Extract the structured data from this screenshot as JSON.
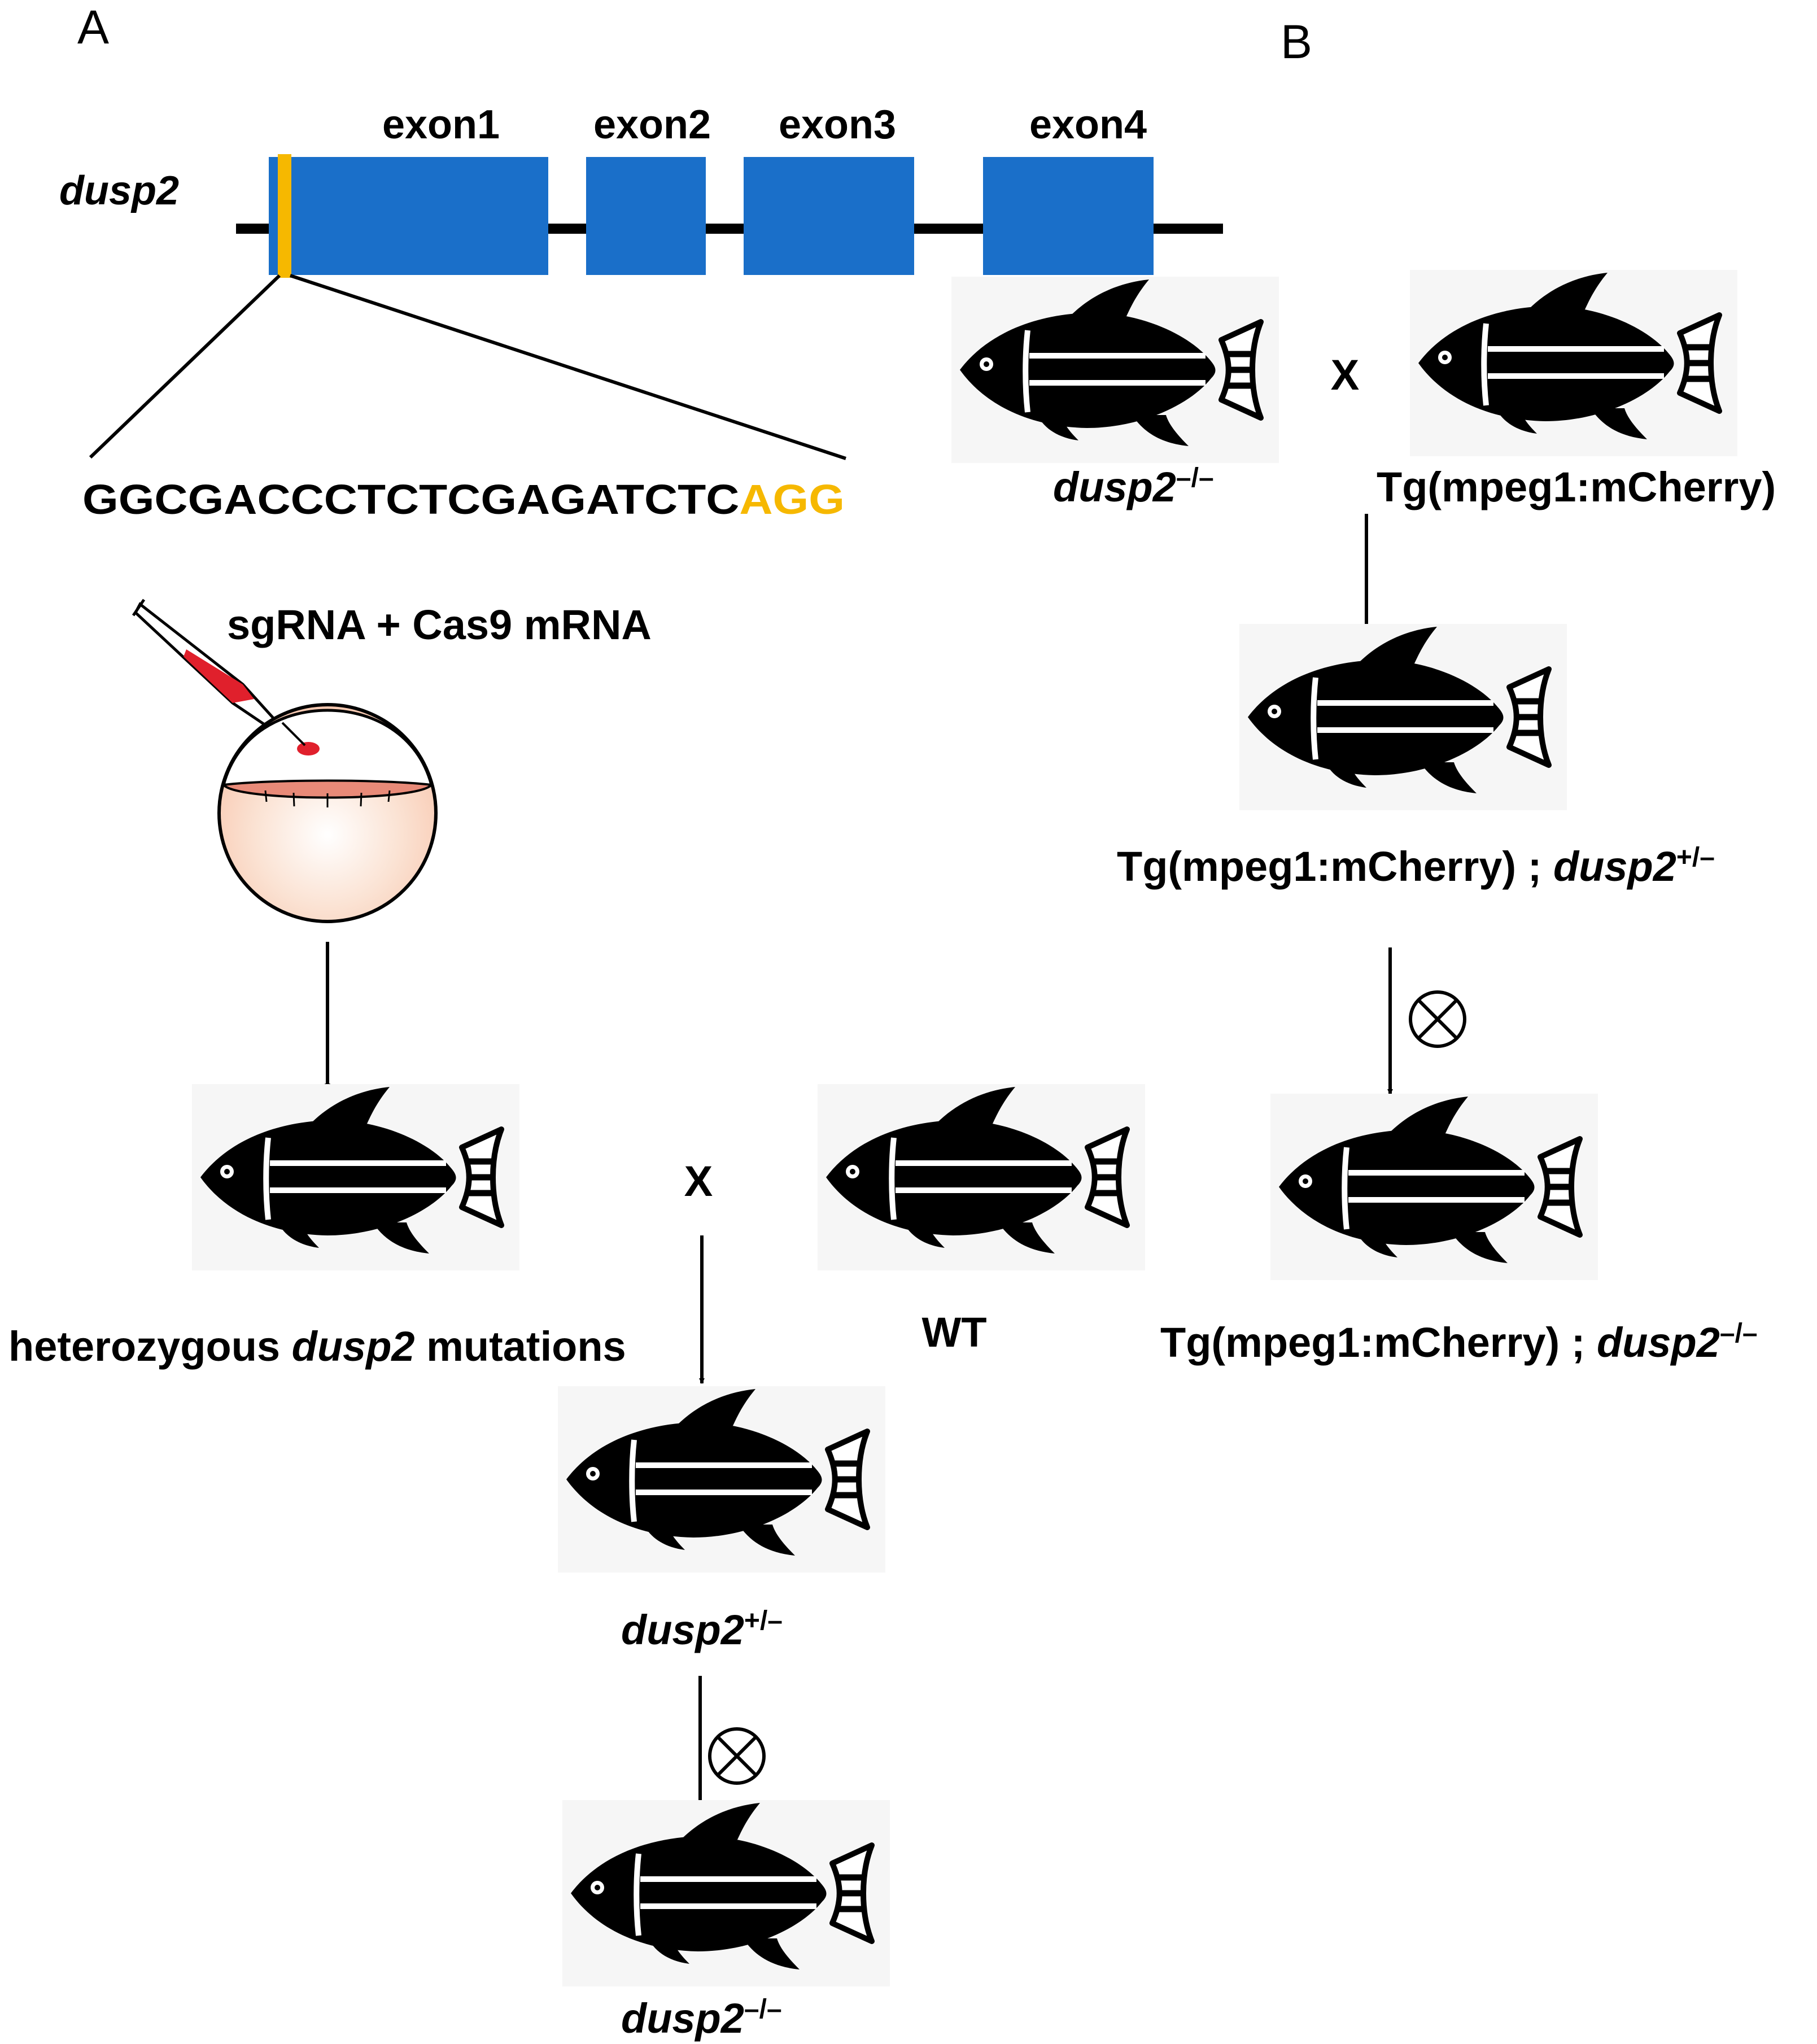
{
  "panel_a": {
    "letter": "A",
    "gene": {
      "name": "dusp2",
      "exons": [
        "exon1",
        "exon2",
        "exon3",
        "exon4"
      ]
    },
    "target_sequence": {
      "main": "GGCGACCCTCTCGAGATCTC",
      "pam": "AGG"
    },
    "injection_label": "sgRNA + Cas9 mRNA",
    "founder_label": {
      "pre": "heterozygous ",
      "italic": "dusp2",
      "post": " mutations"
    },
    "wt_label": "WT",
    "cross_symbol": "X",
    "f1_label": {
      "italic": "dusp2",
      "sup": "+/–"
    },
    "final_label": {
      "italic": "dusp2",
      "sup": "–/–"
    }
  },
  "panel_b": {
    "letter": "B",
    "parent_left": {
      "italic": "dusp2",
      "sup": "–/–"
    },
    "parent_right": "Tg(mpeg1:mCherry)",
    "cross_symbol": "X",
    "f1_label": {
      "pre": "Tg(mpeg1:mCherry) ; ",
      "italic": "dusp2",
      "sup": "+/–"
    },
    "final_label": {
      "pre": "Tg(mpeg1:mCherry) ; ",
      "italic": "dusp2",
      "sup": "–/–"
    }
  },
  "colors": {
    "exon": "#1a6fc9",
    "sgrna_site": "#f6b800",
    "pam": "#f6b800",
    "fish": "#000000",
    "embryo_yolk": "#f8c8b0",
    "injection": "#e0202c"
  }
}
